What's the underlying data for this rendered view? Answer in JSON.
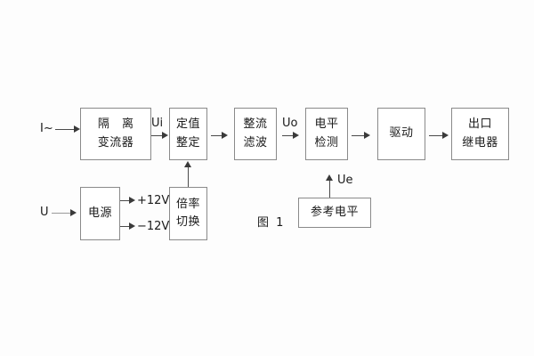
{
  "figure": {
    "caption": "图 1",
    "colors": {
      "background": "#fdfdfd",
      "box_border": "#8a8a8a",
      "connector": "#4a4a4a",
      "text": "#1a1a1a"
    }
  },
  "inputs": {
    "current": "I~",
    "voltage": "U"
  },
  "rails": {
    "positive": "+12V",
    "negative": "−12V"
  },
  "signals": {
    "ui": "Ui",
    "uo": "Uo",
    "ue": "Ue"
  },
  "blocks": [
    {
      "id": "isolation-transformer",
      "line1": "隔 离",
      "line2": "变流器"
    },
    {
      "id": "setting-adjust",
      "line1": "定值",
      "line2": "整定"
    },
    {
      "id": "rectify-filter",
      "line1": "整流",
      "line2": "滤波"
    },
    {
      "id": "level-detect",
      "line1": "电平",
      "line2": "检测"
    },
    {
      "id": "driver",
      "line1": "驱动",
      "line2": ""
    },
    {
      "id": "output-relay",
      "line1": "出口",
      "line2": "继电器"
    },
    {
      "id": "power-supply",
      "line1": "电源",
      "line2": ""
    },
    {
      "id": "ratio-switch",
      "line1": "倍率",
      "line2": "切换"
    },
    {
      "id": "reference-level",
      "line1": "参考电平",
      "line2": ""
    }
  ]
}
